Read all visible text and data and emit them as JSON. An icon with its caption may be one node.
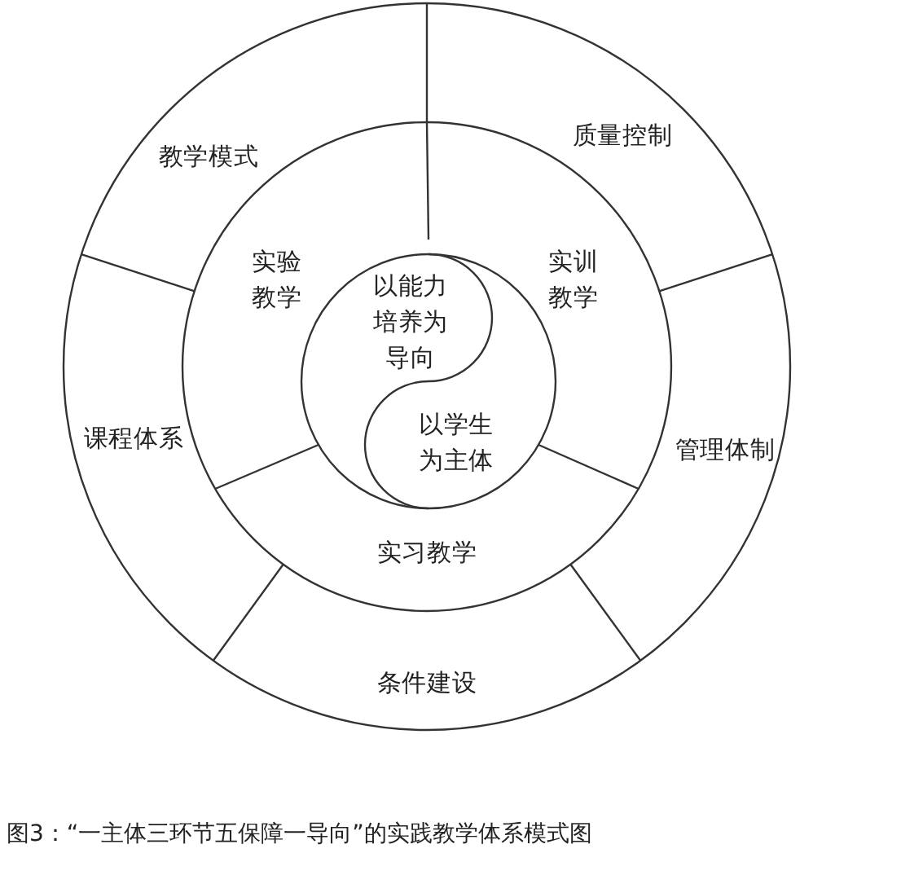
{
  "diagram": {
    "caption": "图3：“一主体三环节五保障一导向”的实践教学体系模式图",
    "nodes": [
      {
        "text": [
          "教学模式"
        ]
      },
      {
        "text": [
          "质量控制"
        ]
      },
      {
        "text": [
          "课程体系"
        ]
      },
      {
        "text": [
          "管理体制"
        ]
      },
      {
        "text": [
          "条件建设"
        ]
      },
      {
        "text": [
          "实验教学"
        ]
      },
      {
        "text": [
          "实训教学"
        ]
      },
      {
        "text": [
          "实习教学"
        ]
      },
      {
        "text": [
          "以能力培养为导向"
        ]
      },
      {
        "text": [
          "以学生为主体"
        ]
      }
    ]
  }
}
